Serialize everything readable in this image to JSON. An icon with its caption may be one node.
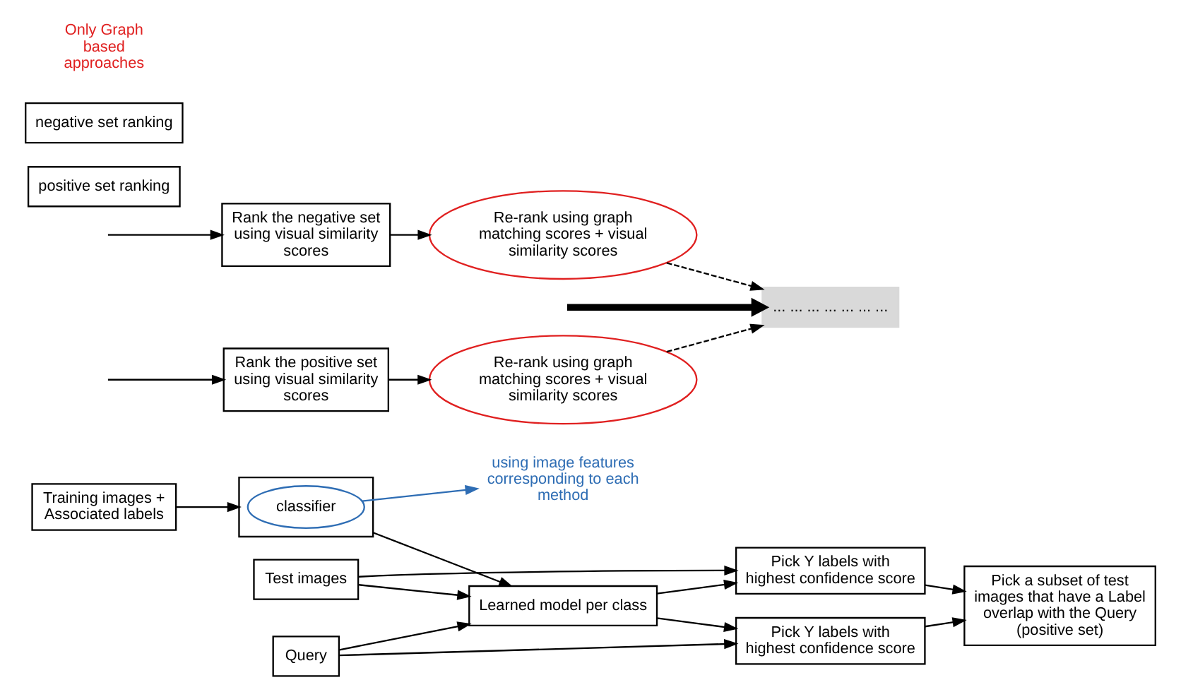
{
  "diagram": {
    "nodes": [
      {
        "text": [
          "Training images + Associated labels"
        ]
      },
      {
        "text": [],
        "shape": "box"
      },
      {
        "text": [
          "classifier"
        ],
        "in": 1
      },
      {
        "text": [
          "using image features corresponding to each method"
        ]
      },
      {
        "text": [
          "Test images"
        ]
      },
      {
        "text": [
          "Learned model per class"
        ]
      },
      {
        "text": [
          "Query"
        ]
      },
      {
        "text": [
          "Pick Y labels with highest confidence score"
        ]
      },
      {
        "text": [
          "Pick Y labels with highest confidence score"
        ]
      },
      {
        "text": [
          "Pick a subset of test images that have a Label overlap with the Query (positive set)"
        ]
      },
      {
        "text": [
          "Rank the positive set using visual similarity scores"
        ]
      },
      {
        "text": [
          "Re-rank using graph matching scores + visual similarity scores"
        ]
      },
      {
        "text": [
          "Rank the negative set using visual similarity scores"
        ]
      },
      {
        "text": [
          "Re-rank using graph matching scores + visual similarity scores"
        ]
      },
      {
        "text": [
          "positive set ranking"
        ]
      },
      {
        "text": [
          "negative set ranking"
        ]
      },
      {
        "text": [
          "... ... ... ... ... ... ..."
        ]
      }
    ],
    "edges": [
      {
        "from": 0,
        "to": 1,
        "arrow": "to"
      },
      {
        "from": 1,
        "to": 5,
        "arrow": "to"
      },
      {
        "from": 2,
        "to": 3,
        "arrow": "to",
        "color": "#2e6db4"
      },
      {
        "from": 4,
        "to": 5,
        "arrow": "to"
      },
      {
        "from": 6,
        "to": 5,
        "arrow": "to"
      },
      {
        "from": 4,
        "to": 7,
        "arrow": "to"
      },
      {
        "from": 5,
        "to": 7,
        "arrow": "to"
      },
      {
        "from": 5,
        "to": 8,
        "arrow": "to"
      },
      {
        "from": 6,
        "to": 8,
        "arrow": "to"
      },
      {
        "from": 7,
        "to": 9,
        "arrow": "to"
      },
      {
        "from": 8,
        "to": 9,
        "arrow": "to"
      },
      {
        "from": null,
        "to": 10,
        "arrow": "to"
      },
      {
        "from": 10,
        "to": 11,
        "arrow": "to"
      },
      {
        "from": null,
        "to": 12,
        "arrow": "to"
      },
      {
        "from": 12,
        "to": 13,
        "arrow": "to"
      },
      {
        "from": 11,
        "to": 16,
        "arrow": "to",
        "style": "dashed"
      },
      {
        "from": 13,
        "to": 16,
        "arrow": "to",
        "style": "dashed"
      },
      {
        "from": null,
        "to": 16,
        "arrow": "to",
        "style": "thick"
      }
    ],
    "labels": [
      "Only Graph based approaches"
    ]
  }
}
